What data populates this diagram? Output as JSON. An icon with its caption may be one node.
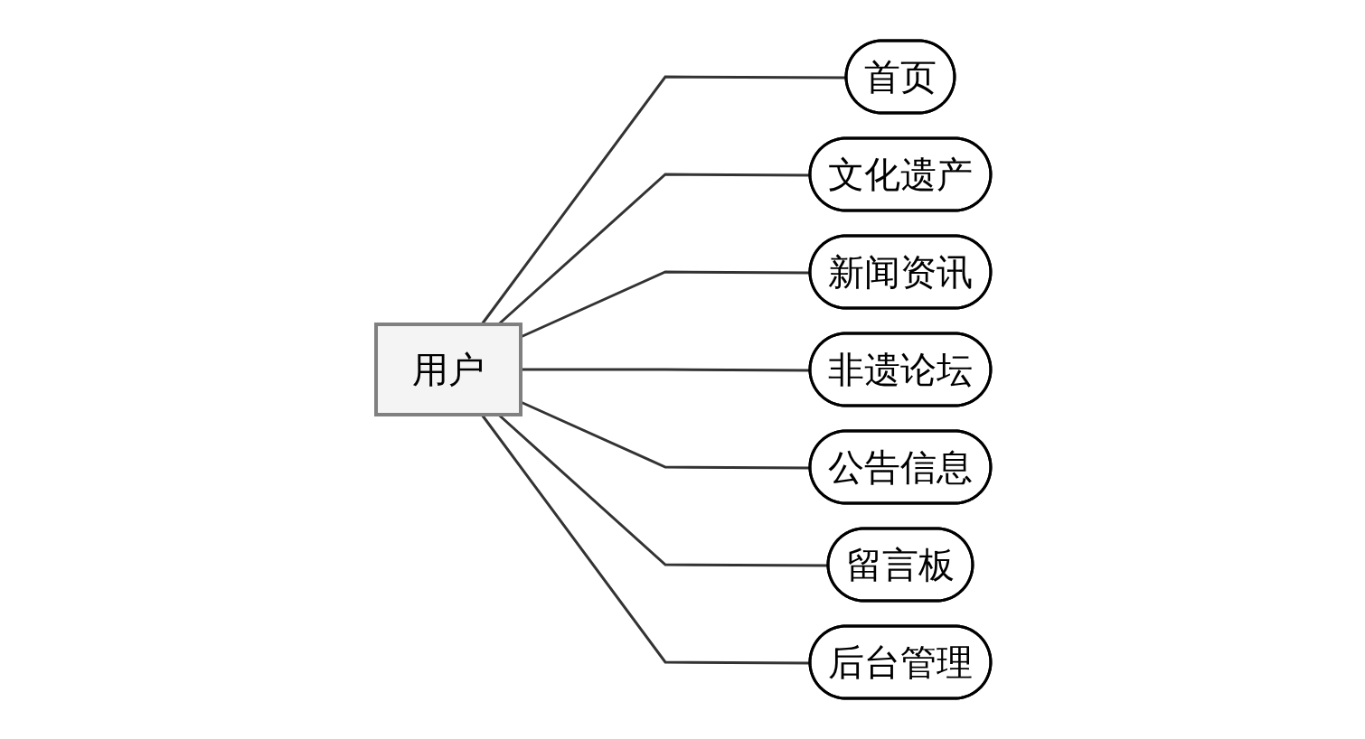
{
  "diagram": {
    "nodes": [
      {
        "text": [
          "用户"
        ]
      },
      {
        "text": [
          "首页"
        ]
      },
      {
        "text": [
          "文化遗产"
        ]
      },
      {
        "text": [
          "新闻资讯"
        ]
      },
      {
        "text": [
          "非遗论坛"
        ]
      },
      {
        "text": [
          "公告信息"
        ]
      },
      {
        "text": [
          "留言板"
        ]
      },
      {
        "text": [
          "后台管理"
        ]
      }
    ],
    "edges": [
      {
        "from": 0,
        "to": 1,
        "arrow": "none"
      },
      {
        "from": 0,
        "to": 2,
        "arrow": "none"
      },
      {
        "from": 0,
        "to": 3,
        "arrow": "none"
      },
      {
        "from": 0,
        "to": 4,
        "arrow": "none"
      },
      {
        "from": 0,
        "to": 5,
        "arrow": "none"
      },
      {
        "from": 0,
        "to": 6,
        "arrow": "none"
      },
      {
        "from": 0,
        "to": 7,
        "arrow": "none"
      }
    ]
  }
}
